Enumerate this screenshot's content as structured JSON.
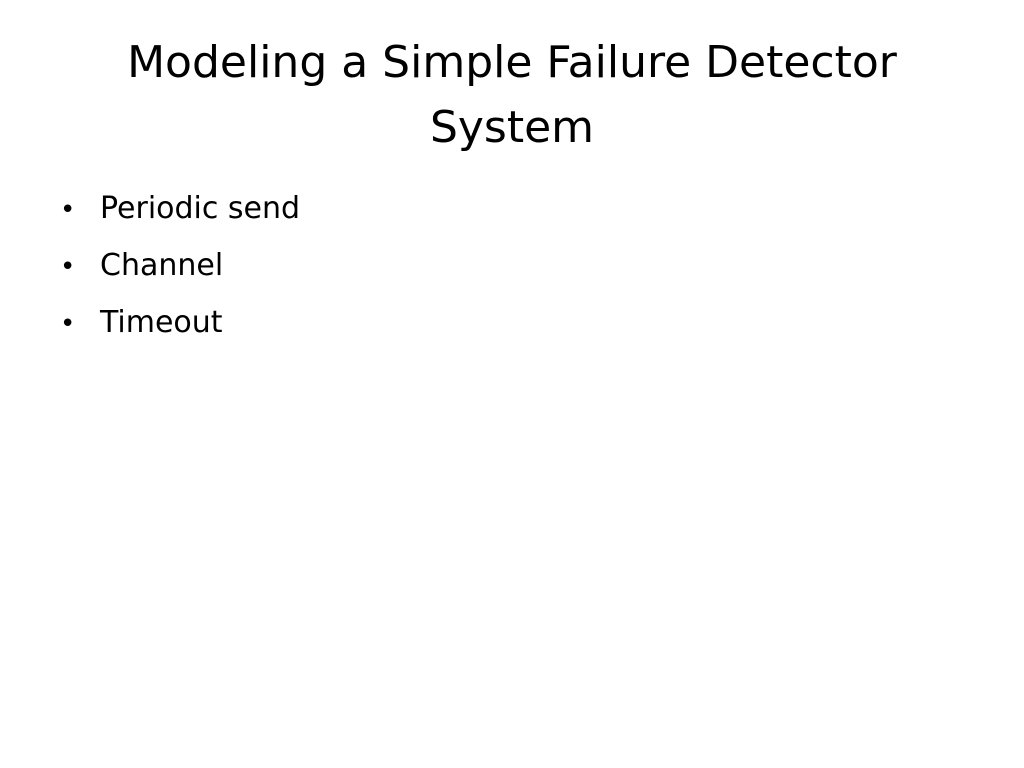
{
  "slide": {
    "title": "Modeling a Simple Failure Detector System",
    "bullet_symbol": "•",
    "bullets": [
      "Periodic send",
      "Channel",
      "Timeout"
    ]
  }
}
